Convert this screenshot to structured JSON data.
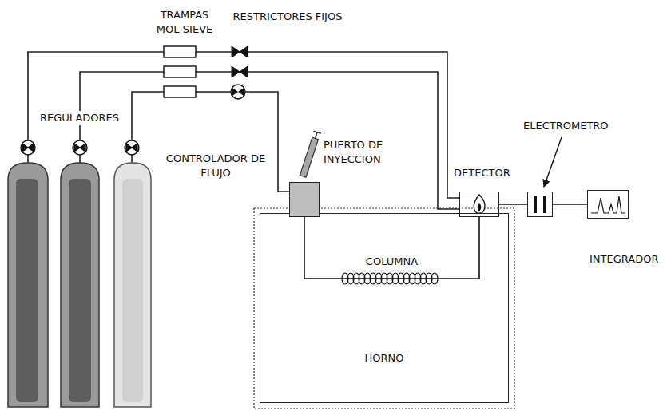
{
  "diagram": {
    "nodes": [
      {
        "text": [
          "PUERTO DE INYECCION"
        ]
      },
      {
        "text": [
          "HORNO"
        ]
      },
      {
        "text": [
          "DETECTOR"
        ]
      },
      {
        "text": [
          "ELECTROMETRO"
        ]
      },
      {
        "text": [
          "INTEGRADOR"
        ]
      }
    ],
    "edges": [
      {
        "from": 0,
        "to": 2,
        "arrow": "none",
        "label": "COLUMNA"
      },
      {
        "from": 2,
        "to": 3,
        "arrow": "none"
      },
      {
        "from": 3,
        "to": 4,
        "arrow": "none"
      }
    ],
    "labels": [
      "TRAMPAS MOL-SIEVE",
      "RESTRICTORES FIJOS",
      "REGULADORES",
      "CONTROLADOR DE FLUJO"
    ]
  }
}
